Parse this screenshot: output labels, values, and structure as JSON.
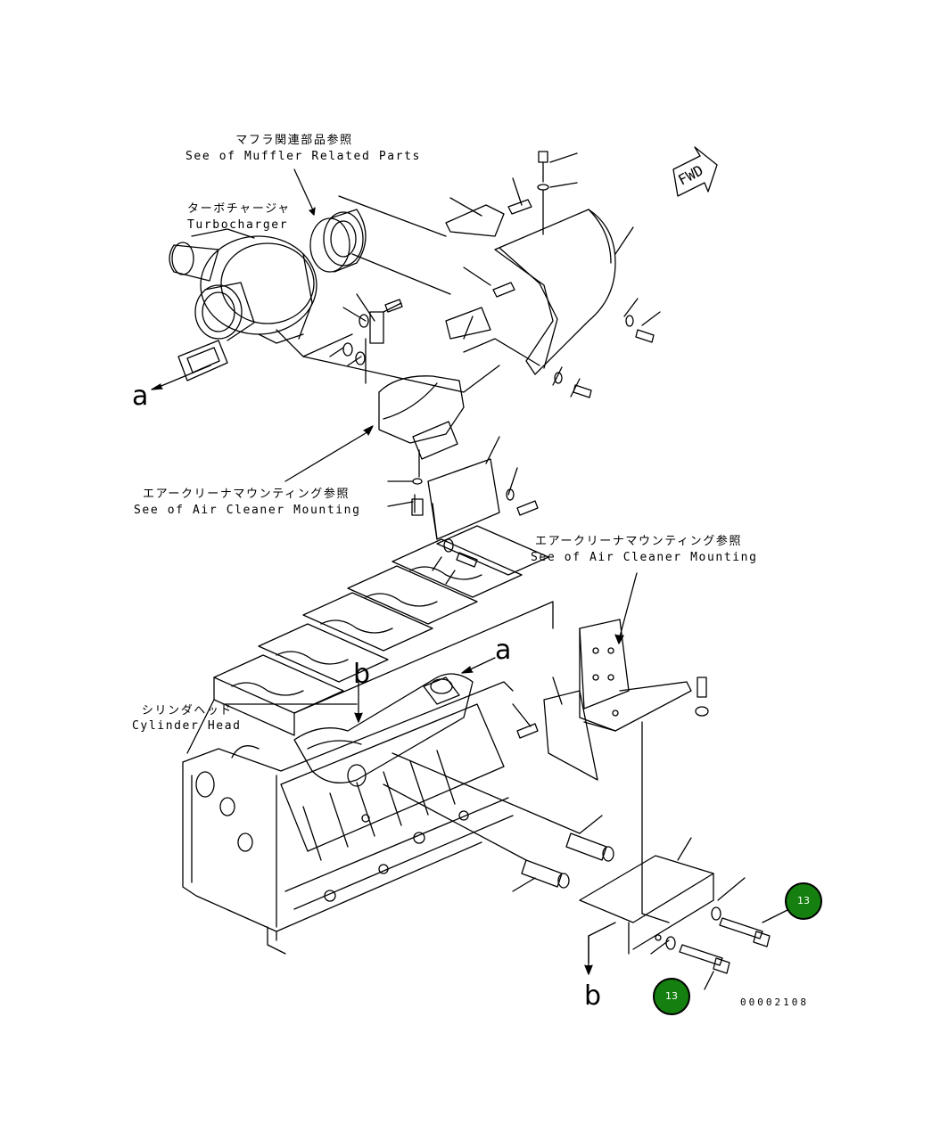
{
  "labels": {
    "muffler_ja": "マフラ関連部品参照",
    "muffler_en": "See of Muffler Related Parts",
    "turbo_ja": "ターボチャージャ",
    "turbo_en": "Turbocharger",
    "aircleaner1_ja": "エアークリーナマウンティング参照",
    "aircleaner1_en": "See of Air Cleaner Mounting",
    "aircleaner2_ja": "エアークリーナマウンティング参照",
    "aircleaner2_en": "See of Air Cleaner Mounting",
    "cylinder_ja": "シリンダヘッド",
    "cylinder_en": "Cylinder Head"
  },
  "letters": {
    "a_left": "a",
    "a_mid": "a",
    "b_mid": "b",
    "b_bottom": "b"
  },
  "fwd_label": "FWD",
  "drawing_number": "00002108",
  "callouts": [
    {
      "number": "13"
    },
    {
      "number": "13"
    }
  ],
  "colors": {
    "callout_fill": "#15800f",
    "line": "#000000"
  }
}
